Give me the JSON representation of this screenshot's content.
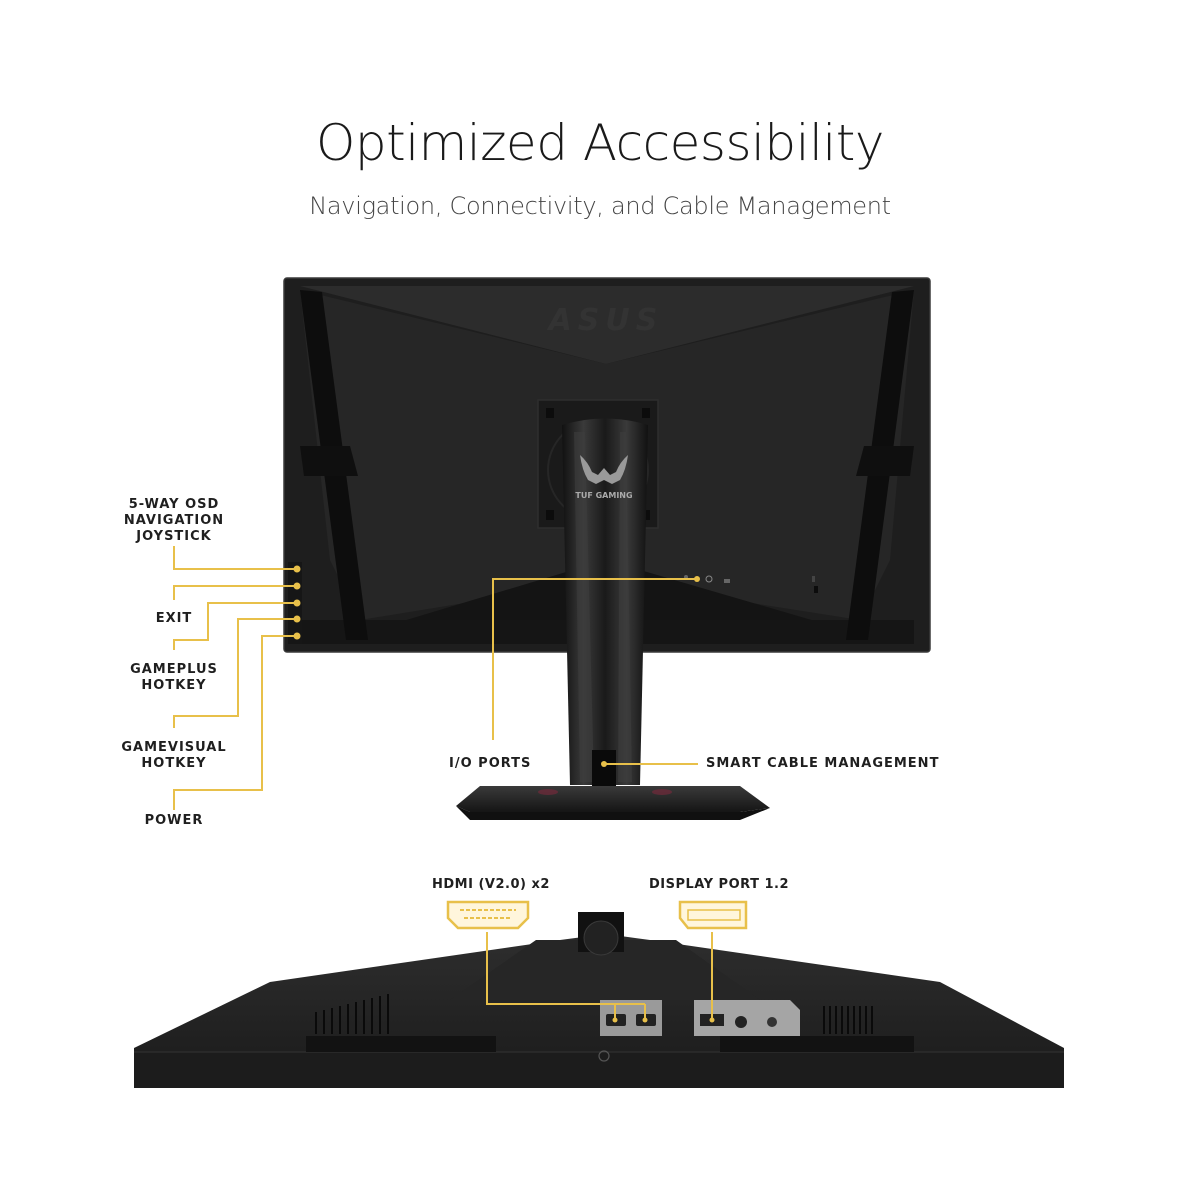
{
  "header": {
    "title": "Optimized Accessibility",
    "subtitle": "Navigation, Connectivity, and Cable Management"
  },
  "rear_view": {
    "brand_logo": "ASUS",
    "stand_logo": "TUF GAMING",
    "left_callouts": [
      {
        "line1": "5-WAY OSD",
        "line2": "NAVIGATION",
        "line3": "JOYSTICK"
      },
      {
        "line1": "EXIT"
      },
      {
        "line1": "GAMEPLUS",
        "line2": "HOTKEY"
      },
      {
        "line1": "GAMEVISUAL",
        "line2": "HOTKEY"
      },
      {
        "line1": "POWER"
      }
    ],
    "io_ports_label": "I/O PORTS",
    "cable_management_label": "SMART CABLE MANAGEMENT"
  },
  "bottom_view": {
    "hdmi_label": "HDMI (V2.0) x2",
    "displayport_label": "DISPLAY PORT 1.2",
    "hdmi_icon": "hdmi-port-icon",
    "displayport_icon": "displayport-icon"
  },
  "colors": {
    "accent_yellow": "#e8c04a",
    "monitor_body": "#1c1c1c",
    "text": "#1f1f1f"
  }
}
